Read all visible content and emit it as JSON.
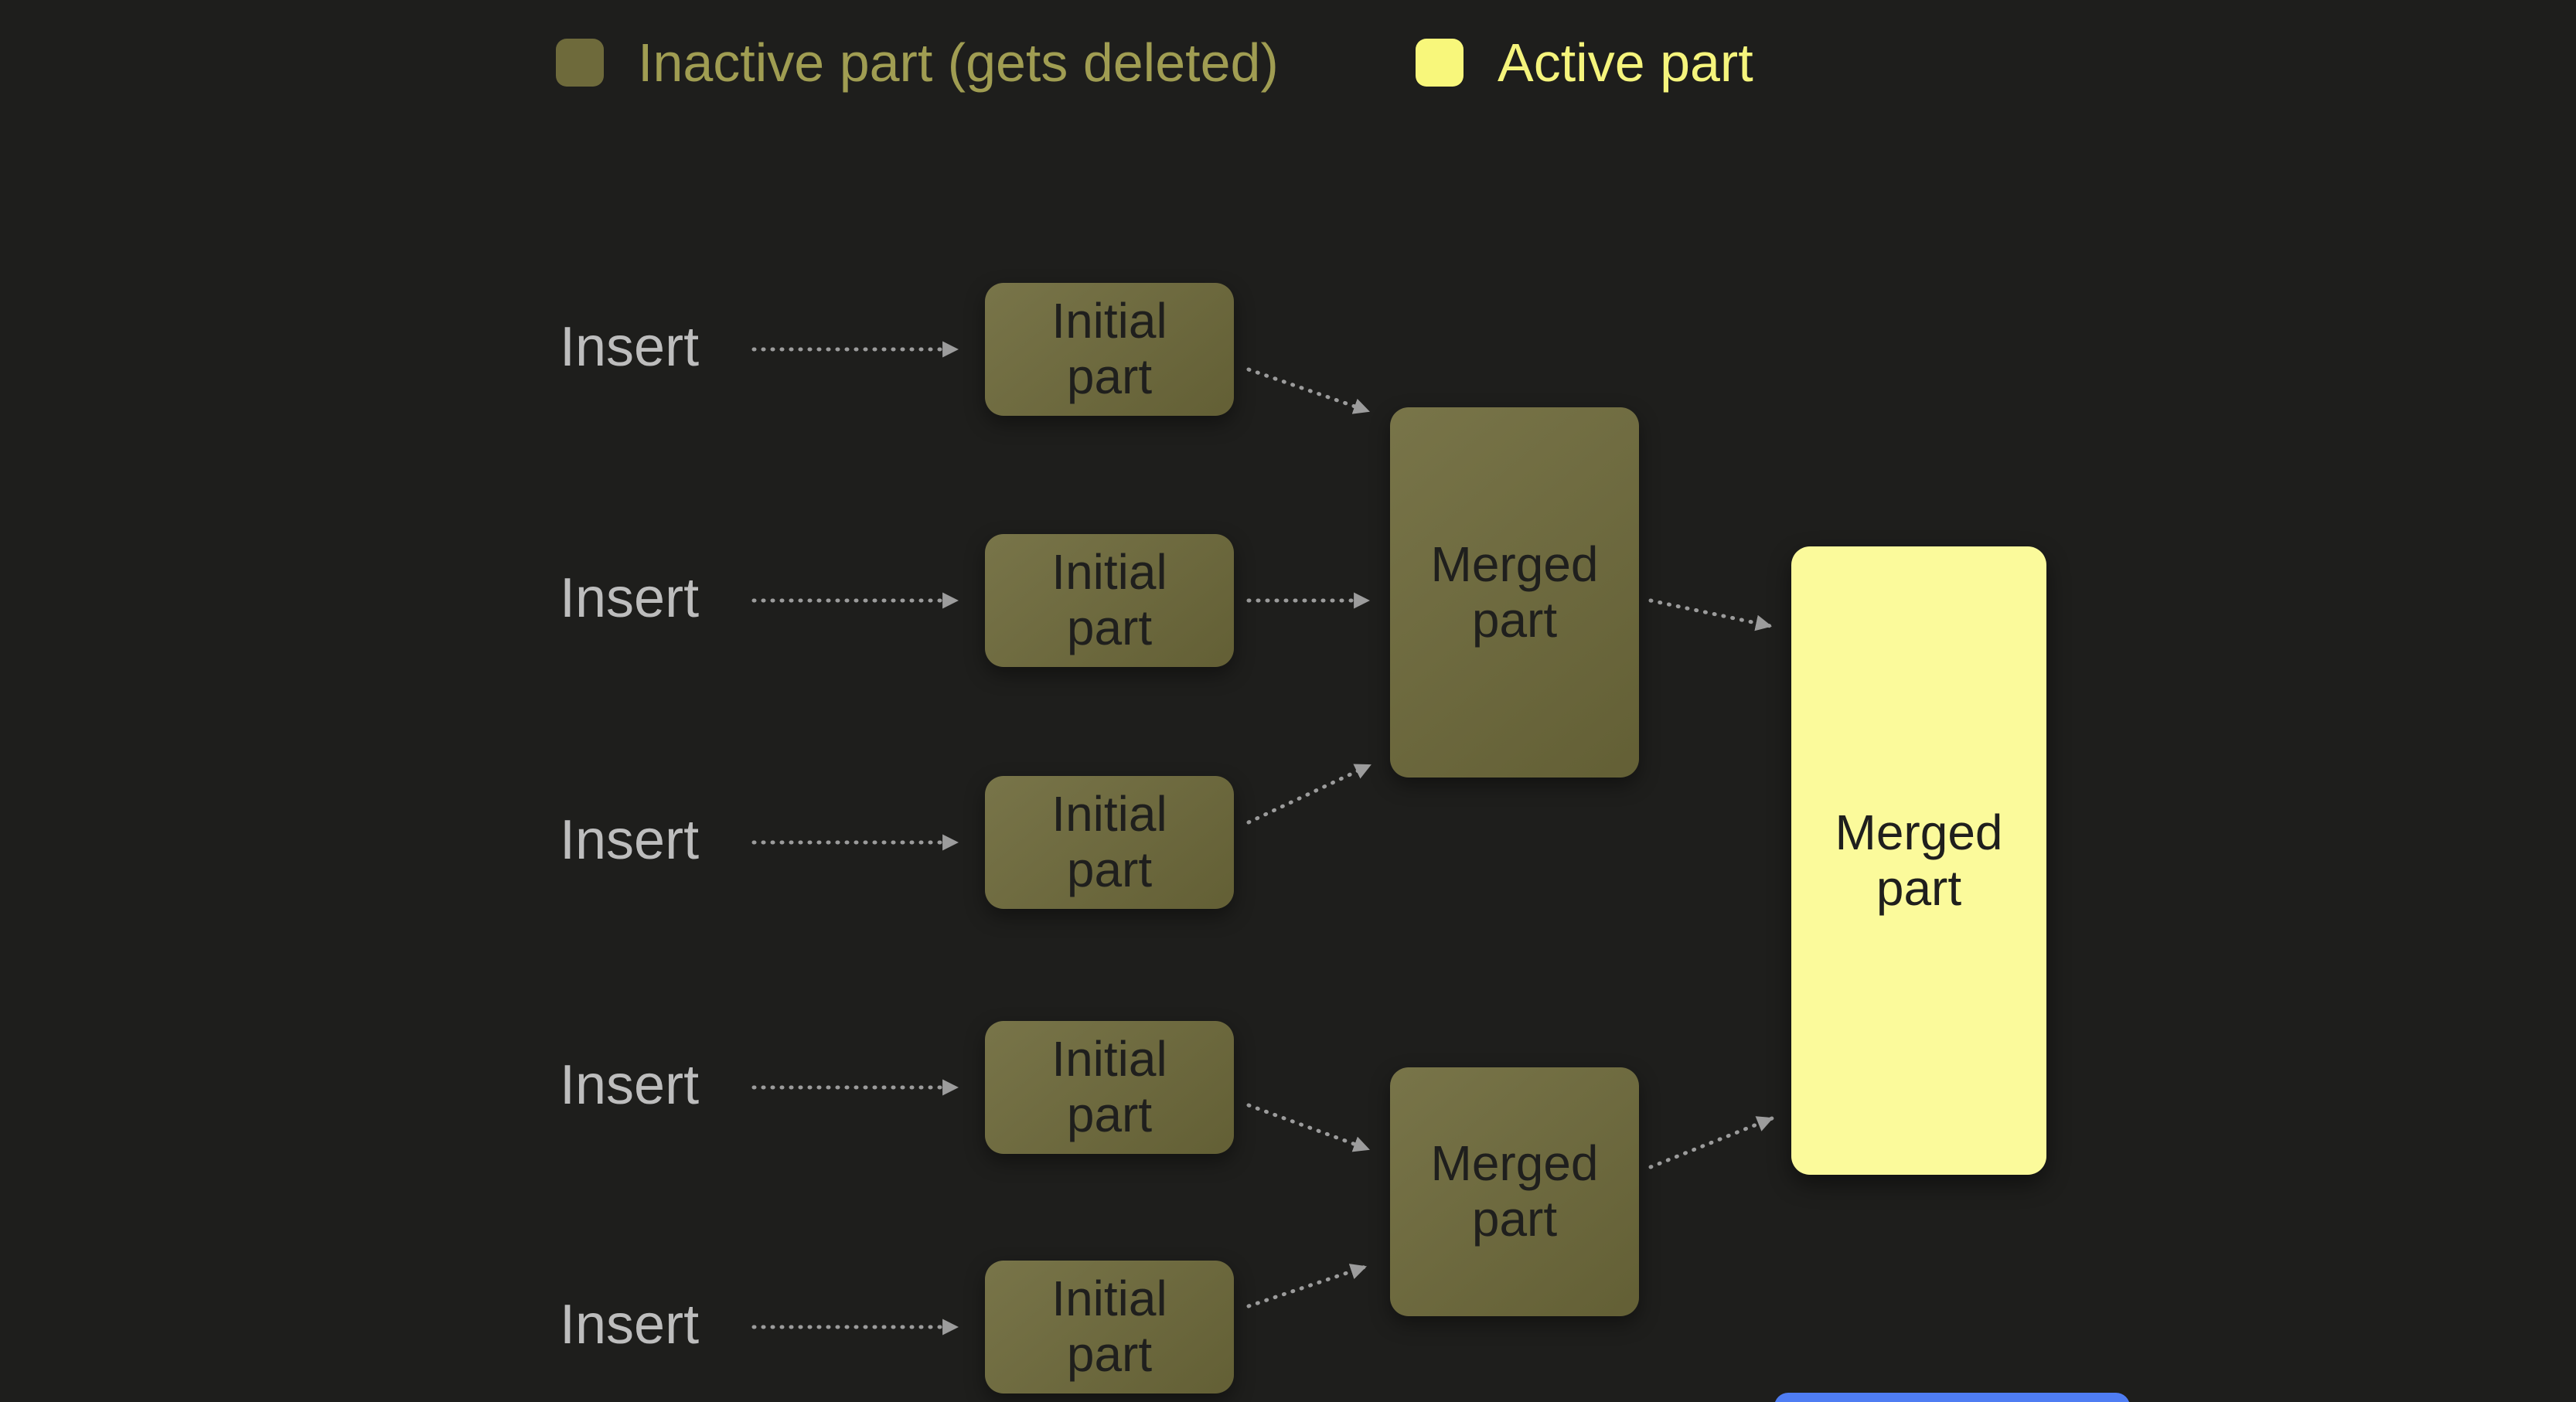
{
  "legend": {
    "inactive_label": "Inactive part (gets deleted)",
    "active_label": "Active part"
  },
  "rows": [
    {
      "insert_label": "Insert",
      "initial_label": "Initial part"
    },
    {
      "insert_label": "Insert",
      "initial_label": "Initial part"
    },
    {
      "insert_label": "Insert",
      "initial_label": "Initial part"
    },
    {
      "insert_label": "Insert",
      "initial_label": "Initial part"
    },
    {
      "insert_label": "Insert",
      "initial_label": "Initial part"
    }
  ],
  "merged": [
    {
      "label": "Merged part"
    },
    {
      "label": "Merged part"
    }
  ],
  "final": {
    "label": "Merged part"
  },
  "colors": {
    "background": "#1e1e1c",
    "inactive_fill": "#6e6a3b",
    "active_fill": "#fbfa9b",
    "active_swatch": "#f8f77b",
    "inactive_text": "#a09d52",
    "active_text": "#f5f47c",
    "insert_text": "#bdbdbd",
    "node_text": "#1f1f1d",
    "arrow": "#9c9c9c",
    "partial_node": "#4f7df3"
  }
}
